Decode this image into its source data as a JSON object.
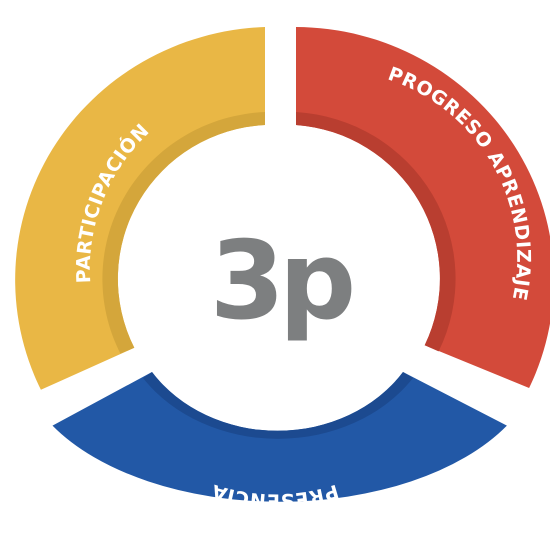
{
  "center_text": "3p",
  "colors": {
    "participacion": "#E9B745",
    "participacion_inner": "#D4A63B",
    "progreso": "#D34A3A",
    "progreso_inner": "#B93E30",
    "presencia": "#2258A6",
    "presencia_inner": "#1C4A90",
    "center_text": "#7D7F80"
  },
  "segments": [
    {
      "key": "participacion",
      "label": "PARTICIPACIÓN"
    },
    {
      "key": "progreso",
      "label": "PROGRESO APRENDIZAJE"
    },
    {
      "key": "presencia",
      "label": "PRESENCIA"
    }
  ]
}
